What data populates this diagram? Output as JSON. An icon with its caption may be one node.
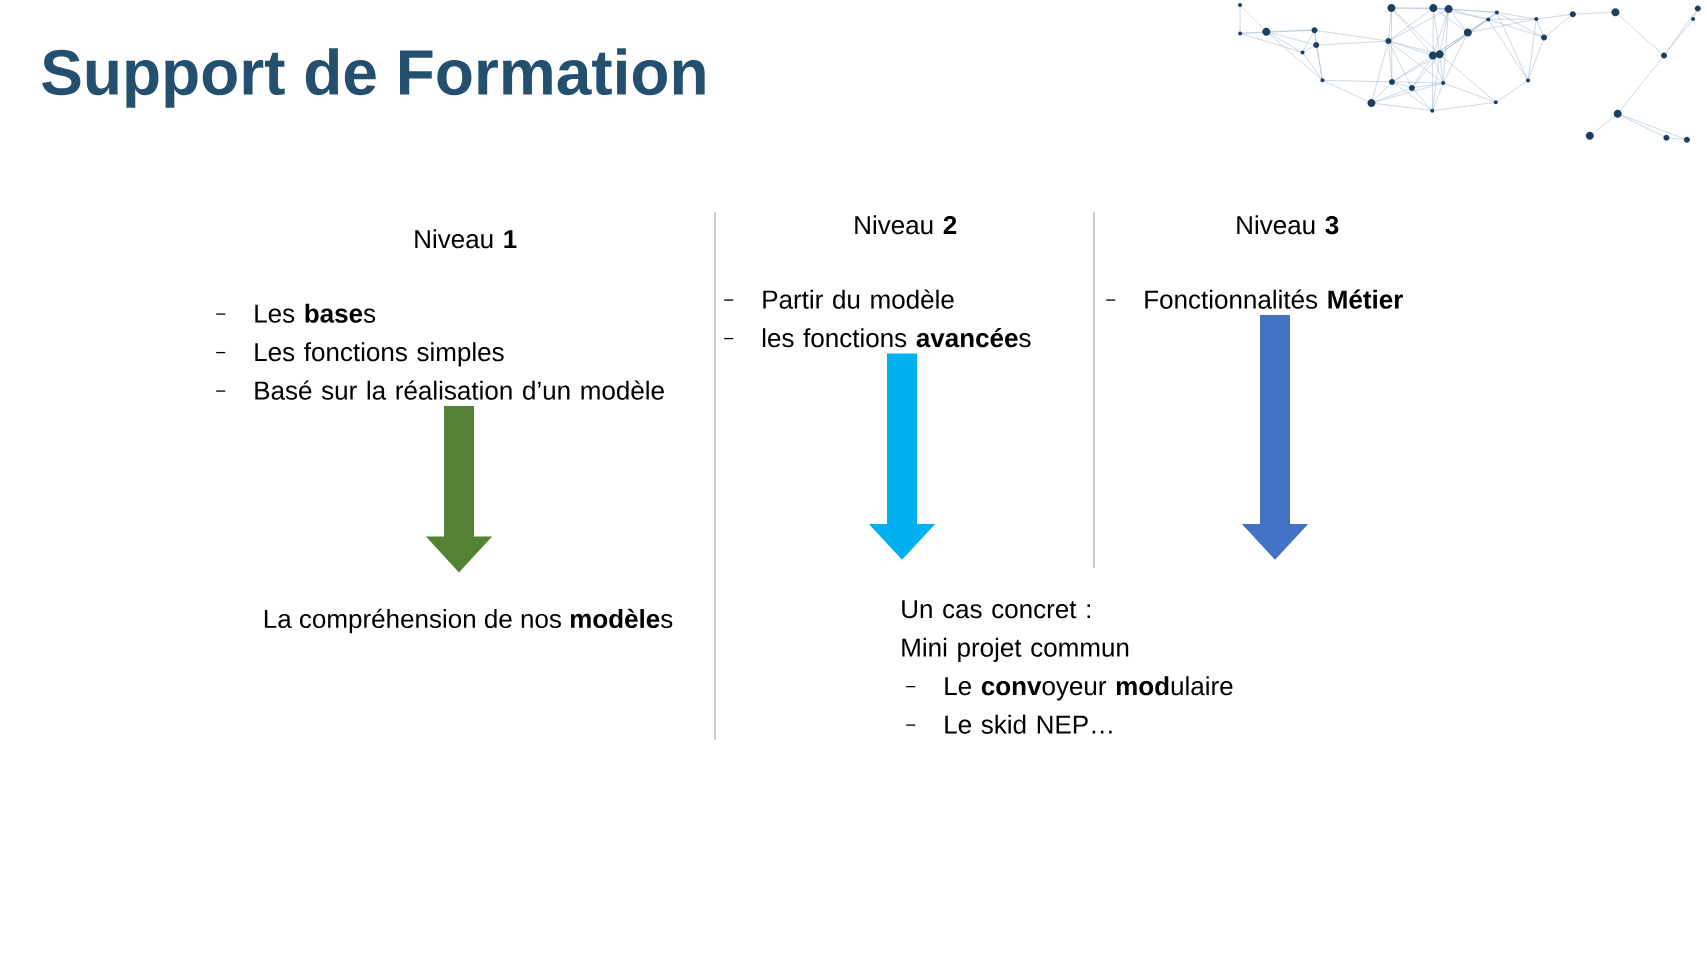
{
  "diagram": {
    "title": "Support de Formation",
    "nodes": [
      {
        "text": [
          "Niveau **1**",
          "Les **base**s",
          "Les fonctions simples",
          "Basé sur la réalisation d’un modèle"
        ]
      },
      {
        "text": [
          "Niveau **2**",
          "Partir du modèle",
          "les fonctions **avancée**s"
        ]
      },
      {
        "text": [
          "Niveau **3**",
          "Fonctionnalités **Métier**"
        ]
      },
      {
        "text": [
          "La compréhension de nos **modèle**s"
        ]
      },
      {
        "text": [
          "Un cas concret :",
          "Mini projet commun",
          "Le **conv**oyeur **mod**ulaire",
          "Le skid NEP…"
        ]
      }
    ],
    "edges": [
      {
        "from": 0,
        "to": 3,
        "arrow": "to",
        "color": "#548235"
      },
      {
        "from": 1,
        "to": 4,
        "arrow": "to",
        "color": "#00b0f0"
      },
      {
        "from": 2,
        "to": 4,
        "arrow": "to",
        "color": "#4472c4"
      }
    ]
  }
}
